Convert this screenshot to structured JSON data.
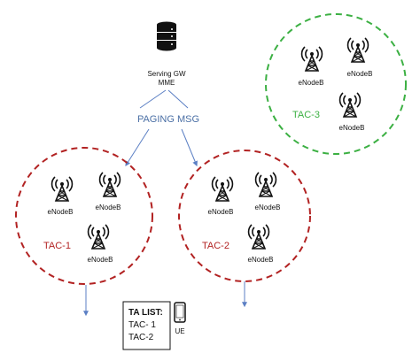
{
  "server": {
    "line1": "Serving GW",
    "line2": "MME"
  },
  "paging_label": "PAGING MSG",
  "cells": [
    {
      "tac": "TAC-1",
      "enodebs": [
        "eNodeB",
        "eNodeB",
        "eNodeB"
      ]
    },
    {
      "tac": "TAC-2",
      "enodebs": [
        "eNodeB",
        "eNodeB",
        "eNodeB"
      ]
    },
    {
      "tac": "TAC-3",
      "enodebs": [
        "eNodeB",
        "eNodeB",
        "eNodeB"
      ]
    }
  ],
  "ta_list": {
    "title": "TA LIST:",
    "items": [
      "TAC- 1",
      "TAC-2"
    ]
  },
  "ue_label": "UE",
  "colors": {
    "tac_red": "#b22222",
    "tac_green": "#3cb043",
    "paging_blue": "#4a6fa5",
    "arrow_blue": "#5b7fc4",
    "tower": "#111111"
  }
}
